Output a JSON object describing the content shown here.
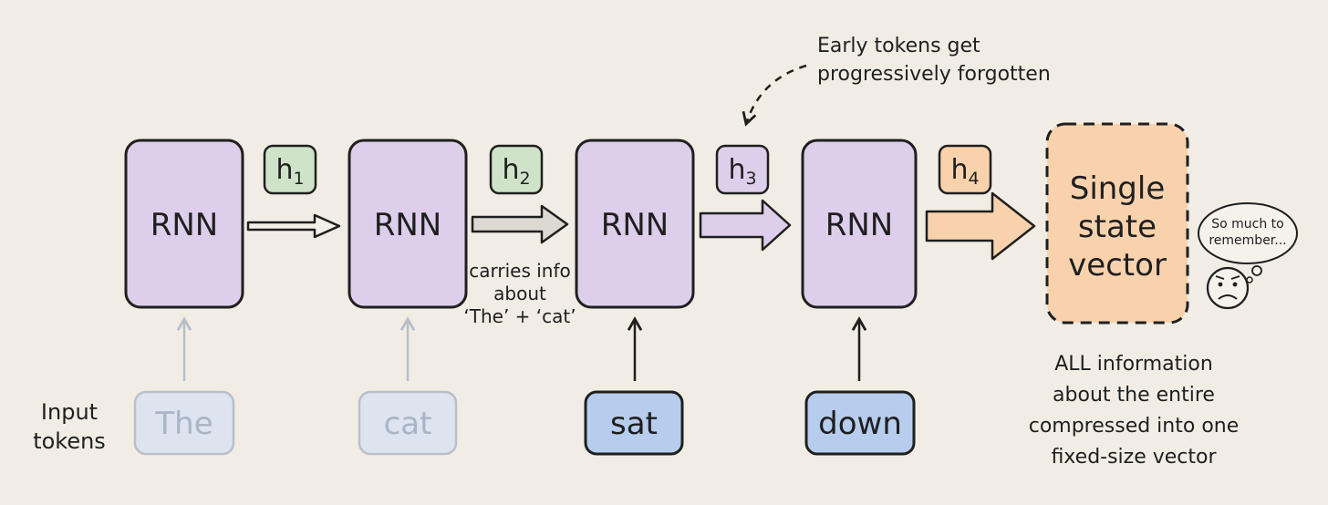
{
  "colors": {
    "background": "#f1ede5",
    "rnn_fill": "#ddcfec",
    "hidden_green": "#cfe3c8",
    "hidden_purple": "#ddcfec",
    "hidden_orange": "#f8d2ad",
    "token_active": "#b7cdee",
    "token_faded": "#dde4ef",
    "state_fill": "#f8d2ad",
    "outline": "#1f1f1f",
    "faded_outline": "#b8bfca"
  },
  "rnn_cells": [
    {
      "label": "RNN"
    },
    {
      "label": "RNN"
    },
    {
      "label": "RNN"
    },
    {
      "label": "RNN"
    }
  ],
  "hidden_states": [
    {
      "base": "h",
      "sub": "1",
      "color": "green"
    },
    {
      "base": "h",
      "sub": "2",
      "color": "green"
    },
    {
      "base": "h",
      "sub": "3",
      "color": "purple"
    },
    {
      "base": "h",
      "sub": "4",
      "color": "orange"
    }
  ],
  "tokens": [
    {
      "label": "The",
      "faded": true
    },
    {
      "label": "cat",
      "faded": true
    },
    {
      "label": "sat",
      "faded": false
    },
    {
      "label": "down",
      "faded": false
    }
  ],
  "input_label": {
    "line1": "Input",
    "line2": "tokens"
  },
  "carries_note": {
    "line1": "carries info",
    "line2": "about",
    "line3": "‘The’ + ‘cat’"
  },
  "forgotten_note": {
    "line1": "Early tokens get",
    "line2": "progressively forgotten"
  },
  "state_box": {
    "line1": "Single",
    "line2": "state",
    "line3": "vector"
  },
  "thought_bubble": {
    "line1": "So much to",
    "line2": "remember..."
  },
  "face_icon": "worried-face-icon",
  "info_note": {
    "line1": "ALL information",
    "line2": "about the entire",
    "line3": "compressed into one",
    "line4": "fixed-size vector"
  }
}
